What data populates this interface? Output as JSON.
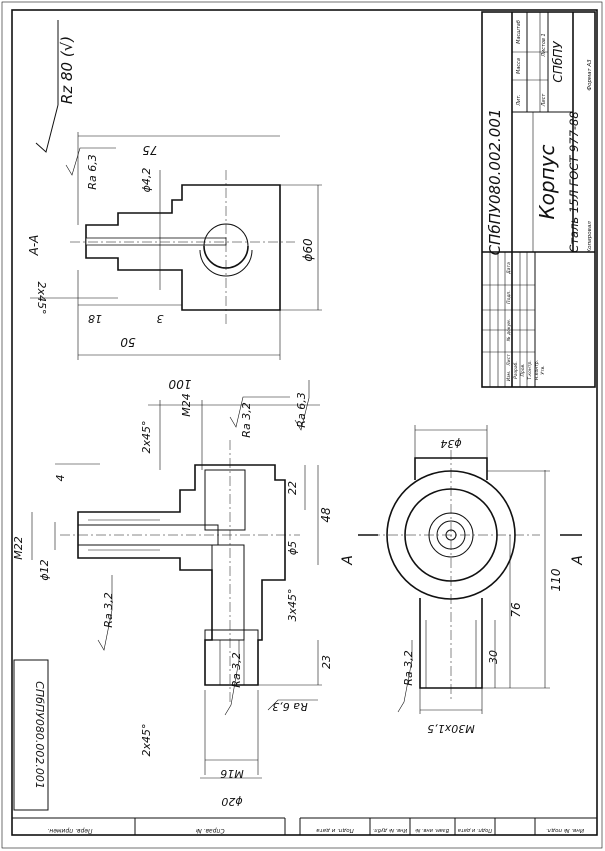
{
  "title_block": {
    "doc_number": "СПбПУ080.002.001",
    "part_name": "Корпус",
    "material": "Сталь 15Л ГОСТ 977-88",
    "organization": "СПбПУ",
    "copied": "Копировал",
    "format": "Формат   А3",
    "headers": {
      "lit": "Лит.",
      "mass": "Масса",
      "scale": "Масштаб",
      "sheet": "Лист",
      "sheets": "Листов   1",
      "izm": "Изм.",
      "list": "Лист",
      "ndoc": "№ докум.",
      "sign": "Подп.",
      "date": "Дата",
      "razrab": "Разраб.",
      "prov": "Пров.",
      "tkontr": "Т.контр.",
      "nkontr": "Н.контр.",
      "utv": "Утв."
    }
  },
  "side_stamp": {
    "doc_number_rot": "СПбПУ080.002.001"
  },
  "bottom_stamp": {
    "cells": [
      "Перв. примен.",
      "Справ. №",
      "Подп. и дата",
      "Инв. № дубл.",
      "Взам. инв. №",
      "Подп. и дата",
      "Инв. № подл."
    ]
  },
  "roughness": {
    "general": "Rz 80 (√)",
    "ra63": "Ra 6,3",
    "ra32": "Ra 3,2"
  },
  "section_label": "А-А",
  "view_letter": "А",
  "dims": {
    "d75": "75",
    "d42": "ϕ4,2",
    "d60": "ϕ60",
    "chamfer1": "2x45°",
    "d18": "18",
    "d3": "3",
    "d50": "50",
    "d100": "100",
    "m24": "M24",
    "chamfer2": "2x45°",
    "d4": "4",
    "d22": "22",
    "d48": "48",
    "m22": "M22",
    "d12": "ϕ12",
    "d5": "ϕ5",
    "chamfer3": "3x45°",
    "d23": "23",
    "chamfer4": "2x45°",
    "m16": "M16",
    "d20": "ϕ20",
    "d34": "ϕ34",
    "d110": "110",
    "d76": "76",
    "d30": "30",
    "m30": "M30x1,5"
  }
}
